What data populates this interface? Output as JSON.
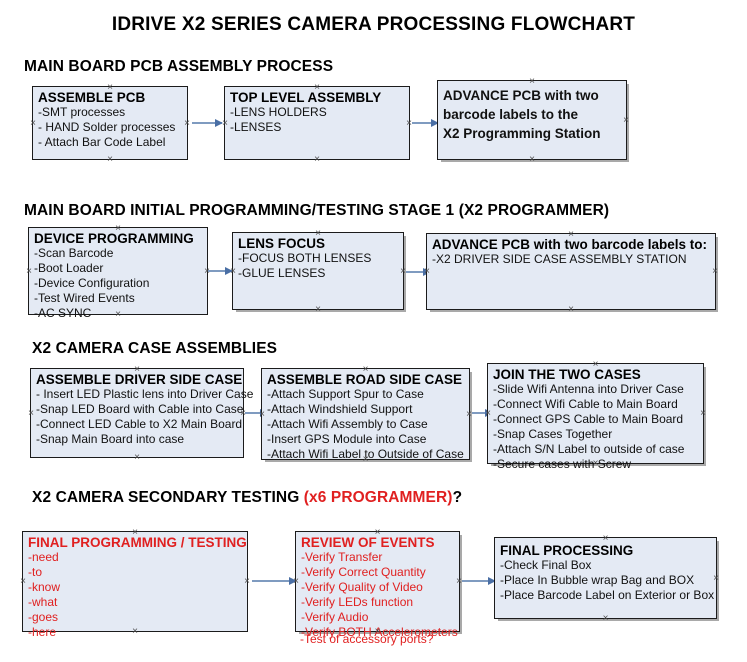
{
  "document": {
    "title": "IDRIVE X2  SERIES CAMERA PROCESSING FLOWCHART"
  },
  "sections": [
    {
      "id": "main-board-pcb-assembly-process",
      "header": "MAIN BOARD PCB ASSEMBLY PROCESS",
      "header_accent": "",
      "header_tail": "",
      "nodes": [
        {
          "id": "assemble-pcb",
          "title": "ASSEMBLE PCB",
          "lines": [
            "-SMT processes",
            "- HAND Solder processes",
            "- Attach Bar Code Label"
          ]
        },
        {
          "id": "top-level-assembly",
          "title": "TOP LEVEL ASSEMBLY",
          "lines": [
            "-LENS HOLDERS",
            "-LENSES"
          ]
        },
        {
          "id": "advance-pcb-x2-programming-station",
          "title": "ADVANCE PCB with two",
          "lines": [
            "barcode labels to the",
            " X2 Programming Station"
          ]
        }
      ]
    },
    {
      "id": "main-board-initial-programming-testing-stage-1",
      "header": "MAIN BOARD INITIAL PROGRAMMING/TESTING STAGE 1 (X2 PROGRAMMER)",
      "header_accent": "",
      "header_tail": "",
      "nodes": [
        {
          "id": "device-programming",
          "title": "DEVICE PROGRAMMING",
          "lines": [
            "-Scan Barcode",
            "-Boot Loader",
            "-Device Configuration",
            "-Test Wired Events",
            "-AC SYNC"
          ]
        },
        {
          "id": "lens-focus",
          "title": "LENS FOCUS",
          "lines": [
            "-FOCUS BOTH LENSES",
            "-GLUE LENSES"
          ]
        },
        {
          "id": "advance-pcb-driver-side-case-station",
          "title": "ADVANCE PCB with two barcode labels to:",
          "lines": [
            "-X2 DRIVER  SIDE  CASE  ASSEMBLY STATION"
          ]
        }
      ]
    },
    {
      "id": "x2-camera-case-assemblies",
      "header": "X2 CAMERA CASE ASSEMBLIES",
      "header_accent": "",
      "header_tail": "",
      "nodes": [
        {
          "id": "assemble-driver-side-case",
          "title": "ASSEMBLE DRIVER SIDE CASE",
          "lines": [
            "- Insert LED Plastic lens into Driver Case",
            "-Snap LED Board with Cable into Case",
            "-Connect LED Cable to X2 Main Board",
            "-Snap Main Board into case"
          ]
        },
        {
          "id": "assemble-road-side-case",
          "title": "ASSEMBLE ROAD SIDE CASE",
          "lines": [
            "-Attach Support Spur to Case",
            "-Attach Windshield Support",
            "-Attach Wifi Assembly to Case",
            "-Insert GPS Module into Case",
            "-Attach Wifi Label to Outside of Case"
          ]
        },
        {
          "id": "join-the-two-cases",
          "title": "JOIN THE TWO CASES",
          "lines": [
            "-Slide Wifi Antenna into Driver Case",
            "-Connect Wifi Cable to Main Board",
            "-Connect GPS Cable to Main Board",
            "-Snap Cases Together",
            "-Attach S/N Label to outside of case",
            "-Secure cases with Screw"
          ]
        }
      ]
    },
    {
      "id": "x2-camera-secondary-testing",
      "header": "X2 CAMERA SECONDARY TESTING ",
      "header_accent": "(x6 PROGRAMMER)",
      "header_tail": "?",
      "nodes": [
        {
          "id": "final-programming-testing",
          "title": "FINAL PROGRAMMING / TESTING",
          "lines": [
            "-need",
            "-to",
            "-know",
            "-what",
            "-goes",
            "-here"
          ]
        },
        {
          "id": "review-of-events",
          "title": "REVIEW OF EVENTS",
          "lines": [
            "-Verify Transfer",
            "-Verify Correct Quantity",
            "-Verify Quality of Video",
            "-Verify LEDs function",
            "-Verify Audio",
            "-Verify BOTH Accelerometers"
          ],
          "overflow_line": "-Test of accessory ports?"
        },
        {
          "id": "final-processing",
          "title": "FINAL PROCESSING",
          "lines": [
            " -Check Final Box",
            "-Place In Bubble wrap Bag and BOX",
            "-Place Barcode Label on Exterior or Box"
          ]
        }
      ]
    }
  ],
  "colors": {
    "node_fill": "#e4eaf4",
    "node_border": "#1b1b1b",
    "accent_red": "#e02020",
    "arrow": "#7f9bc0",
    "arrow_head": "#4a6fa5",
    "text": "#111111"
  }
}
